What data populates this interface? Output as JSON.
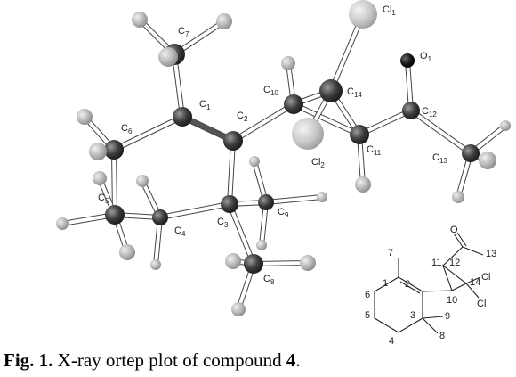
{
  "caption": {
    "prefix": "Fig. 1.",
    "text": " X-ray ortep plot of compound ",
    "compound": "4",
    "suffix": "."
  },
  "ortep_labels": [
    {
      "id": "C7",
      "base": "C",
      "sub": "7"
    },
    {
      "id": "Cl1",
      "base": "Cl",
      "sub": "1"
    },
    {
      "id": "O1",
      "base": "O",
      "sub": "1"
    },
    {
      "id": "C1",
      "base": "C",
      "sub": "1"
    },
    {
      "id": "C10",
      "base": "C",
      "sub": "10"
    },
    {
      "id": "C14",
      "base": "C",
      "sub": "14"
    },
    {
      "id": "C2",
      "base": "C",
      "sub": "2"
    },
    {
      "id": "C6",
      "base": "C",
      "sub": "6"
    },
    {
      "id": "C12",
      "base": "C",
      "sub": "12"
    },
    {
      "id": "C11",
      "base": "C",
      "sub": "11"
    },
    {
      "id": "Cl2",
      "base": "Cl",
      "sub": "2"
    },
    {
      "id": "C13",
      "base": "C",
      "sub": "13"
    },
    {
      "id": "C5",
      "base": "C",
      "sub": "5"
    },
    {
      "id": "C4",
      "base": "C",
      "sub": "4"
    },
    {
      "id": "C3",
      "base": "C",
      "sub": "3"
    },
    {
      "id": "C9",
      "base": "C",
      "sub": "9"
    },
    {
      "id": "C8",
      "base": "C",
      "sub": "8"
    }
  ],
  "structure_labels": {
    "n1": "1",
    "n2": "2",
    "n3": "3",
    "n4": "4",
    "n5": "5",
    "n6": "6",
    "n7": "7",
    "n8": "8",
    "n9": "9",
    "n10": "10",
    "n11": "11",
    "n12": "12",
    "n13": "13",
    "n14": "14",
    "o": "O",
    "cl_a": "Cl",
    "cl_b": "Cl"
  },
  "colors": {
    "carbon": "#3a3a3a",
    "hydrogen": "#bdbdbd",
    "chlorine": "#c8c8c8",
    "oxygen": "#111111",
    "bond": "#ffffff"
  }
}
